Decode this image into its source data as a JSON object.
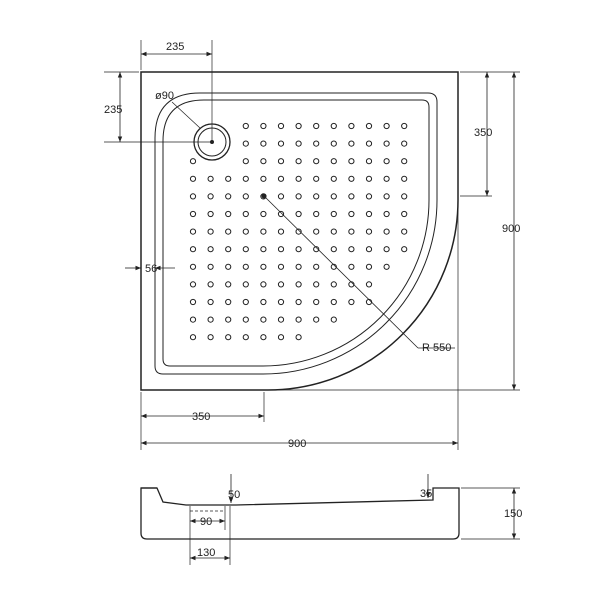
{
  "colors": {
    "ink": "#222222",
    "background": "#ffffff"
  },
  "top_view": {
    "dims": {
      "top_width": "235",
      "left_height": "235",
      "drain_diameter": "ø90",
      "right_upper": "350",
      "overall_height": "900",
      "side_inset": "56",
      "radius": "R 550",
      "bottom_left": "350",
      "overall_width": "900"
    }
  },
  "section_view": {
    "dims": {
      "drain_step": "50",
      "rim_right": "35",
      "drain_width": "90",
      "drain_outer": "130",
      "height": "150"
    }
  }
}
